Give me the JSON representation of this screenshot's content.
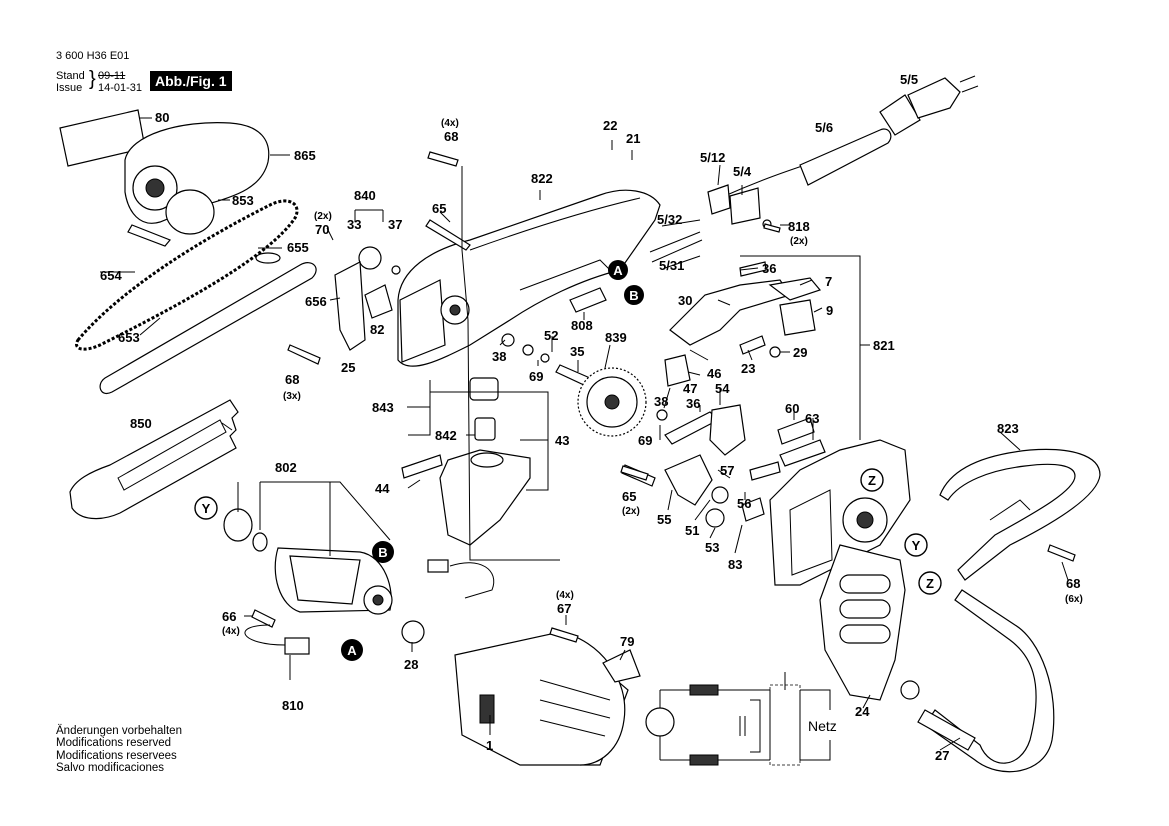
{
  "header": {
    "doc_number": "3 600 H36 E01",
    "stand_label": "Stand",
    "issue_label": "Issue",
    "stand_value": "09-11",
    "issue_value": "14-01-31",
    "figure_label": "Abb./Fig. 1"
  },
  "footer": {
    "lines": [
      "Änderungen vorbehalten",
      "Modifications reserved",
      "Modifications reservees",
      "Salvo modificaciones"
    ]
  },
  "circle_labels": {
    "a": "A",
    "b": "B",
    "y": "Y",
    "z": "Z"
  },
  "schematic": {
    "mains_label": "Netz"
  },
  "labels": {
    "p80": "80",
    "p865": "865",
    "p853": "853",
    "p654": "654",
    "p655": "655",
    "p653": "653",
    "p656": "656",
    "p70": "70",
    "p33": "33",
    "p840": "840",
    "p37": "37",
    "p82": "82",
    "p25": "25",
    "p68a": "68",
    "p68b": "68",
    "p68c": "68",
    "p65a": "65",
    "p65b": "65",
    "p822": "822",
    "p22": "22",
    "p21": "21",
    "p512": "5/12",
    "p54a": "5/4",
    "p56a": "5/6",
    "p55a": "5/5",
    "p818": "818",
    "p532": "5/32",
    "p531": "5/31",
    "p808": "808",
    "p38a": "38",
    "p38b": "38",
    "p69a": "69",
    "p69b": "69",
    "p52": "52",
    "p35": "35",
    "p839": "839",
    "p843": "843",
    "p842": "842",
    "p43": "43",
    "p44": "44",
    "p850": "850",
    "p802": "802",
    "p66": "66",
    "p810": "810",
    "p28": "28",
    "p67": "67",
    "p1": "1",
    "p79": "79",
    "p36a": "36",
    "p36b": "36",
    "p7": "7",
    "p30": "30",
    "p9": "9",
    "p29": "29",
    "p23": "23",
    "p47": "47",
    "p46": "46",
    "p54b": "54",
    "p60": "60",
    "p63": "63",
    "p57": "57",
    "p56b": "56",
    "p55b": "55",
    "p51": "51",
    "p53": "53",
    "p83": "83",
    "p821": "821",
    "p823": "823",
    "p24": "24",
    "p27": "27"
  },
  "quantities": {
    "q68a": "(4x)",
    "q70": "(2x)",
    "q68b": "(3x)",
    "q818": "(2x)",
    "q66": "(4x)",
    "q67": "(4x)",
    "q65b": "(2x)",
    "q68c": "(6x)"
  }
}
